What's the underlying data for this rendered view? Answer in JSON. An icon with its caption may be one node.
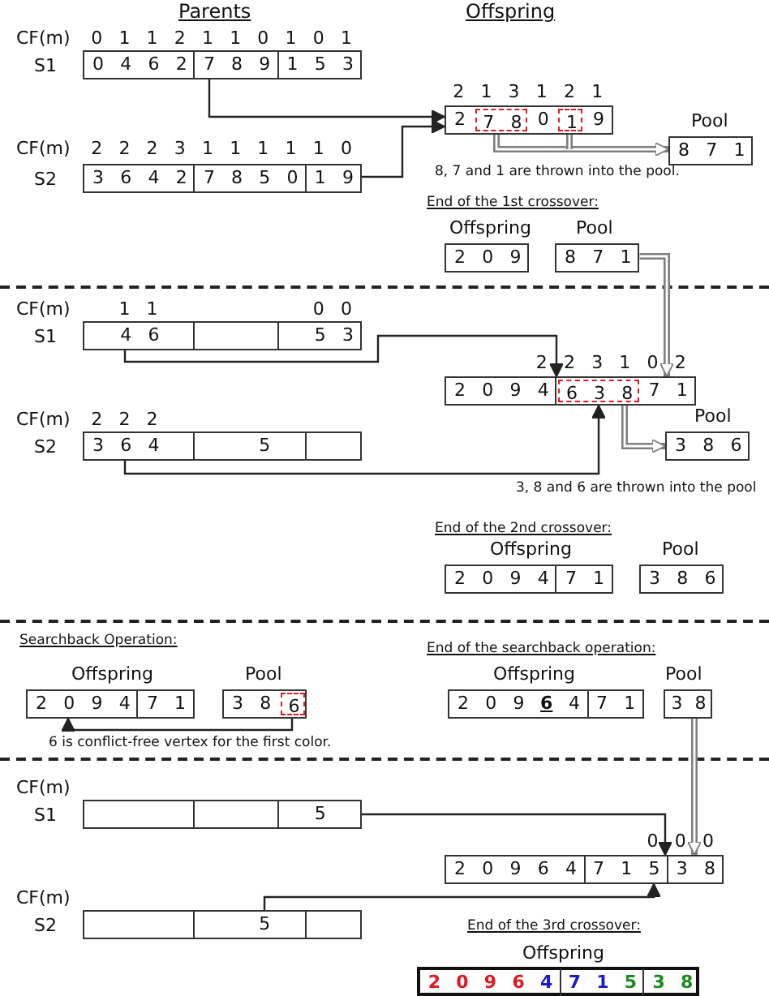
{
  "diagram": {
    "nodes": [
      {
        "text": [
          "0",
          "4",
          "6",
          "2",
          "7",
          "8",
          "9",
          "1",
          "5",
          "3"
        ],
        "beside": [
          "S1"
        ]
      },
      {
        "text": [
          "2",
          "0",
          "9"
        ]
      },
      {
        "text": [
          "7",
          "8"
        ],
        "in": 1
      },
      {
        "text": [
          "1"
        ],
        "in": 1
      },
      {
        "text": [
          "8",
          "7",
          "1"
        ],
        "beside": [
          "Pool"
        ]
      },
      {
        "text": [
          "3",
          "6",
          "4",
          "2",
          "7",
          "8",
          "5",
          "0",
          "1",
          "9"
        ],
        "beside": [
          "S2"
        ]
      },
      {
        "text": [
          "2",
          "0",
          "9"
        ],
        "beside": [
          "Offspring"
        ]
      },
      {
        "text": [
          "8",
          "7",
          "1"
        ],
        "beside": [
          "Pool"
        ]
      },
      {
        "text": [
          "4",
          "6",
          "5",
          "3"
        ],
        "beside": [
          "S1"
        ]
      },
      {
        "text": [
          "2",
          "0",
          "9",
          "4",
          "7",
          "1"
        ]
      },
      {
        "text": [
          "6",
          "3",
          "8"
        ],
        "in": 9
      },
      {
        "text": [
          "3",
          "6",
          "4",
          "5"
        ],
        "beside": [
          "S2"
        ]
      },
      {
        "text": [
          "3",
          "8",
          "6"
        ],
        "beside": [
          "Pool"
        ]
      },
      {
        "text": [
          "2",
          "0",
          "9",
          "4",
          "7",
          "1"
        ],
        "beside": [
          "Offspring"
        ]
      },
      {
        "text": [
          "3",
          "8",
          "6"
        ],
        "beside": [
          "Pool"
        ]
      },
      {
        "text": [
          "2",
          "0",
          "9",
          "4",
          "7",
          "1"
        ],
        "beside": [
          "Offspring"
        ]
      },
      {
        "text": [
          "3",
          "8"
        ],
        "beside": [
          "Pool"
        ]
      },
      {
        "text": [
          "6"
        ],
        "in": 16
      },
      {
        "text": [
          "2",
          "0",
          "9",
          "6",
          "4",
          "7",
          "1"
        ],
        "beside": [
          "Offspring"
        ]
      },
      {
        "text": [
          "3",
          "8"
        ],
        "beside": [
          "Pool"
        ]
      },
      {
        "text": [
          "5"
        ],
        "beside": [
          "S1"
        ]
      },
      {
        "text": [
          "2",
          "0",
          "9",
          "6",
          "4",
          "7",
          "1",
          "5",
          "3",
          "8"
        ]
      },
      {
        "text": [
          "5"
        ],
        "beside": [
          "S2"
        ]
      },
      {
        "text": [
          "2",
          "0",
          "9",
          "6",
          "4",
          "7",
          "1",
          "5",
          "3",
          "8"
        ],
        "beside": [
          "Offspring"
        ]
      }
    ],
    "edges": [
      {
        "from": 0,
        "to": 1,
        "arrow": "to"
      },
      {
        "from": 5,
        "to": 1,
        "arrow": "to"
      },
      {
        "from": 2,
        "to": 4,
        "arrow": "to",
        "style": "thick",
        "color": "#7f7f7f"
      },
      {
        "from": 3,
        "to": 4,
        "arrow": "to",
        "style": "thick",
        "color": "#7f7f7f"
      },
      {
        "from": 7,
        "to": 9,
        "arrow": "to",
        "style": "thick",
        "color": "#7f7f7f"
      },
      {
        "from": 8,
        "to": 9,
        "arrow": "to"
      },
      {
        "from": 11,
        "to": 9,
        "arrow": "to"
      },
      {
        "from": 10,
        "to": 12,
        "arrow": "to",
        "style": "thick",
        "color": "#7f7f7f"
      },
      {
        "from": 17,
        "to": 15,
        "arrow": "to"
      },
      {
        "from": 19,
        "to": 21,
        "arrow": "to",
        "style": "thick",
        "color": "#7f7f7f"
      },
      {
        "from": 20,
        "to": 21,
        "arrow": "to"
      },
      {
        "from": 22,
        "to": 21,
        "arrow": "to"
      }
    ],
    "labels": [
      "Parents",
      "Offspring",
      "CF(m)",
      "0 1 1 2 1 1 0 1 0 1",
      "2 1 3 1 2 1",
      "8, 7 and 1 are thrown into the pool.",
      "CF(m)",
      "2 2 2 3 1 1 1 1 1 0",
      "End of the 1st crossover:",
      "CF(m)",
      "1 1",
      "0 0",
      "2 2 3 1 0",
      "2",
      "CF(m)",
      "2 2 2",
      "3, 8 and 6 are thrown into the pool",
      "End of the 2nd crossover:",
      "Searchback Operation:",
      "End of the searchback operation:",
      "6 is conflict-free vertex for the first color.",
      "CF(m)",
      "0",
      "0",
      "0",
      "CF(m)",
      "End of the 3rd crossover:"
    ]
  }
}
